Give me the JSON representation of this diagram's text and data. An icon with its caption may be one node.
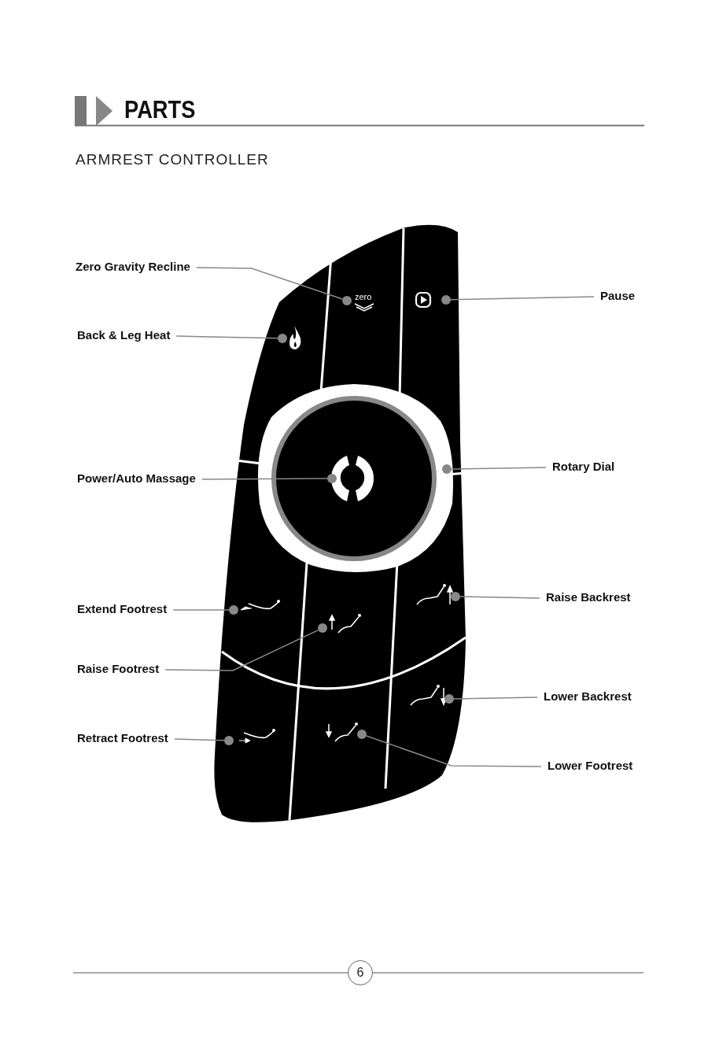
{
  "diagram": {
    "title": "PARTS",
    "nodes": [
      {
        "text": [
          "Zero Gravity Recline"
        ]
      },
      {
        "text": [],
        "shape": "circle"
      },
      {
        "text": [
          "Back & Leg Heat"
        ]
      },
      {
        "text": [],
        "shape": "circle"
      },
      {
        "text": [
          "Pause"
        ]
      },
      {
        "text": [],
        "shape": "circle"
      },
      {
        "text": [
          "Power/Auto Massage"
        ]
      },
      {
        "text": [],
        "shape": "circle"
      },
      {
        "text": [
          "Rotary Dial"
        ]
      },
      {
        "text": [],
        "shape": "circle"
      },
      {
        "text": [
          "Extend Footrest"
        ]
      },
      {
        "text": [],
        "shape": "circle"
      },
      {
        "text": [
          "Raise Backrest"
        ]
      },
      {
        "text": [],
        "shape": "circle"
      },
      {
        "text": [
          "Raise Footrest"
        ]
      },
      {
        "text": [],
        "shape": "circle"
      },
      {
        "text": [
          "Lower Backrest"
        ]
      },
      {
        "text": [],
        "shape": "circle"
      },
      {
        "text": [
          "Retract Footrest"
        ]
      },
      {
        "text": [],
        "shape": "circle"
      },
      {
        "text": [
          "Lower Footrest"
        ]
      },
      {
        "text": [],
        "shape": "circle"
      }
    ],
    "edges": [
      {
        "from": 0,
        "to": 1,
        "arrow": "none"
      },
      {
        "from": 2,
        "to": 3,
        "arrow": "none"
      },
      {
        "from": 4,
        "to": 5,
        "arrow": "none"
      },
      {
        "from": 6,
        "to": 7,
        "arrow": "none"
      },
      {
        "from": 8,
        "to": 9,
        "arrow": "none"
      },
      {
        "from": 10,
        "to": 11,
        "arrow": "none"
      },
      {
        "from": 12,
        "to": 13,
        "arrow": "none"
      },
      {
        "from": 14,
        "to": 15,
        "arrow": "none"
      },
      {
        "from": 16,
        "to": 17,
        "arrow": "none"
      },
      {
        "from": 18,
        "to": 19,
        "arrow": "none"
      },
      {
        "from": 20,
        "to": 21,
        "arrow": "none"
      }
    ],
    "labels": [
      "ARMREST CONTROLLER",
      "zero",
      "6"
    ]
  }
}
